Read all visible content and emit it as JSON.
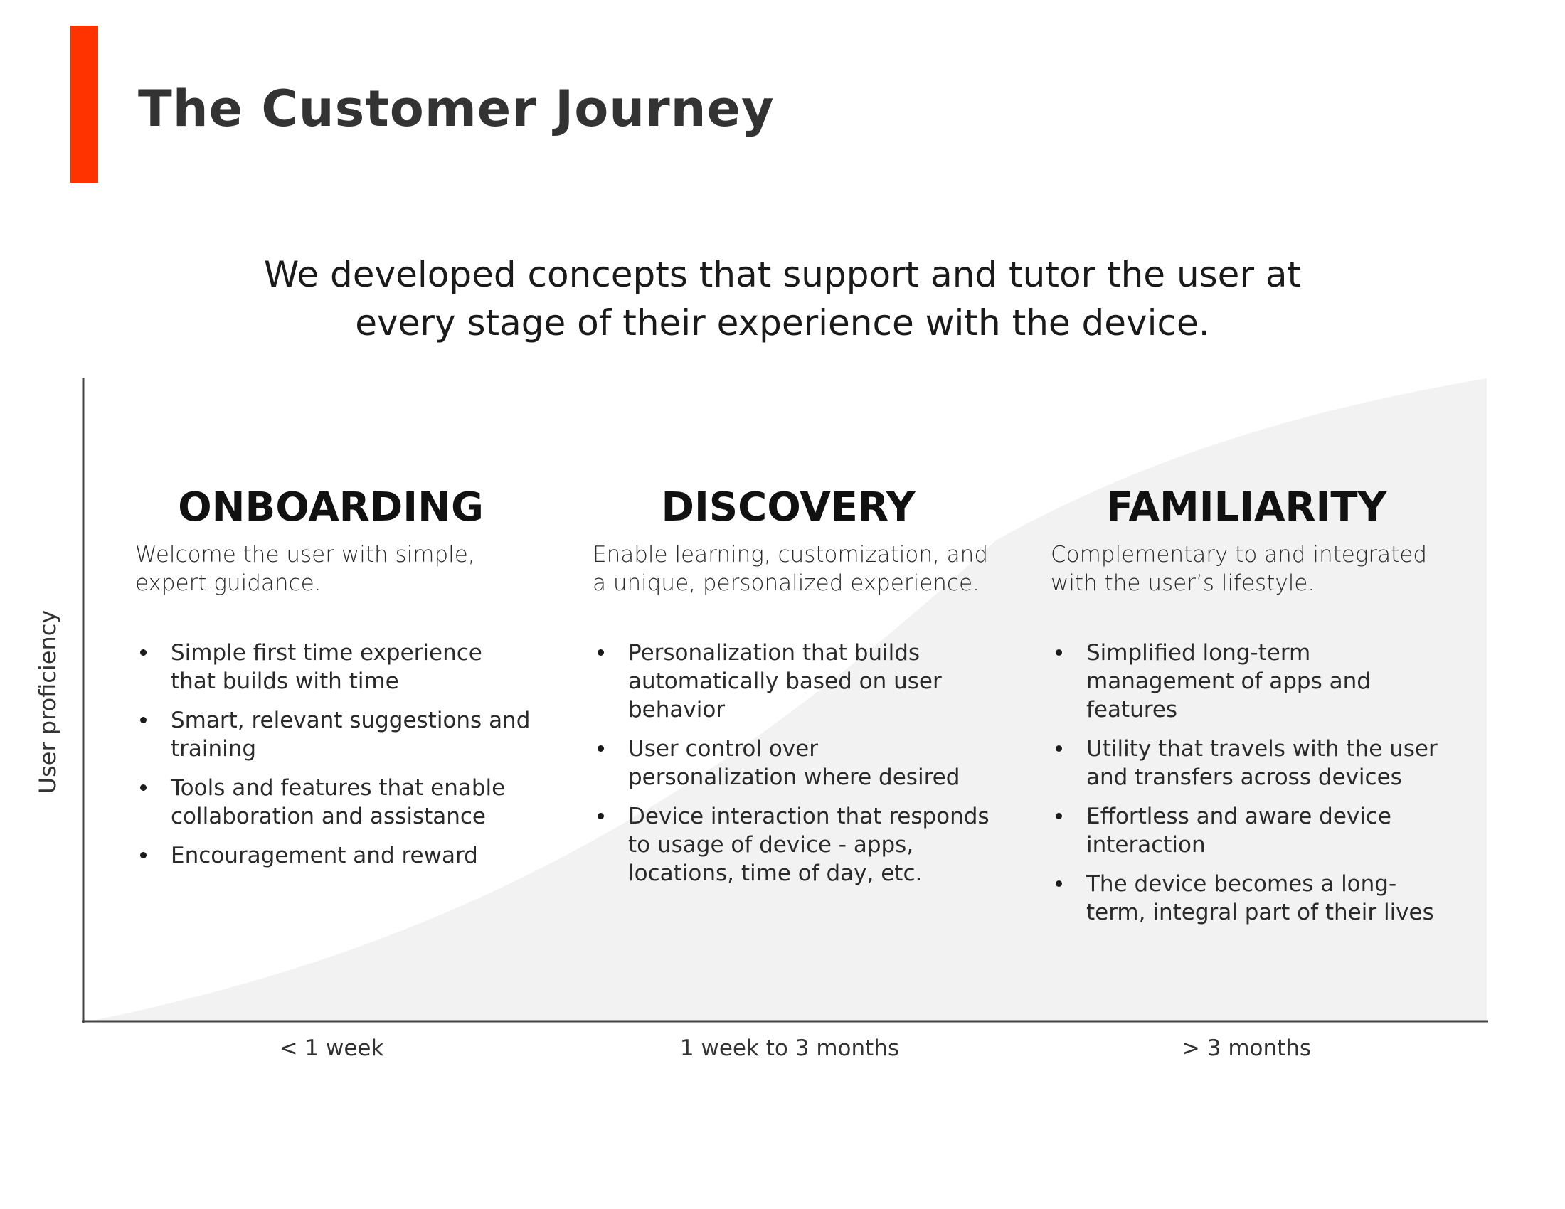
{
  "title": "The Customer Journey",
  "subtitle_lines": [
    "We developed concepts that support and tutor the user at",
    "every stage of their experience with the device."
  ],
  "colors": {
    "accent": "#ff3300",
    "curve_fill": "#f2f2f2",
    "axis": "#444444"
  },
  "axes": {
    "y_label": "User proficiency"
  },
  "stages": [
    {
      "name": "ONBOARDING",
      "description": "Welcome the user with simple, expert guidance.",
      "period": "< 1 week",
      "bullets": [
        "Simple first time experience that builds with time",
        "Smart, relevant suggestions and training",
        "Tools and features that enable collaboration and assistance",
        "Encouragement and reward"
      ]
    },
    {
      "name": "DISCOVERY",
      "description": "Enable learning, customization, and a unique, personalized experience.",
      "period": "1 week to 3 months",
      "bullets": [
        "Personalization that builds automatically based on user behavior",
        "User control over personalization where desired",
        "Device interaction that responds to usage of device - apps, locations, time of day, etc."
      ]
    },
    {
      "name": "FAMILIARITY",
      "description": "Complementary to and integrated with the user’s lifestyle.",
      "period": "> 3 months",
      "bullets": [
        "Simplified long-term management of apps and features",
        "Utility that travels with the user and transfers across devices",
        "Effortless and aware device interaction",
        "The device becomes a long-term, integral part of their lives"
      ]
    }
  ]
}
